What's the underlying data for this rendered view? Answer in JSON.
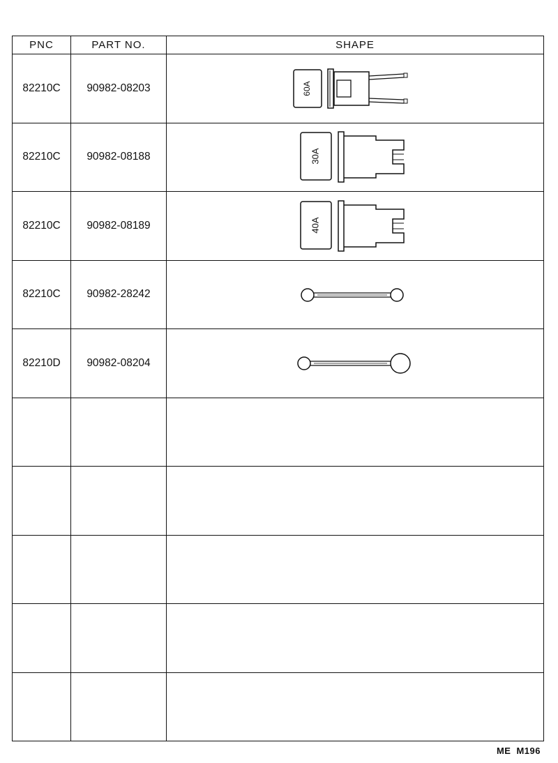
{
  "table": {
    "headers": [
      "PNC",
      "PART NO.",
      "SHAPE"
    ],
    "rows": [
      {
        "pnc": "82210C",
        "part_no": "90982-08203",
        "shape": {
          "icon": "fuse-60a-icon",
          "label": "60A"
        }
      },
      {
        "pnc": "82210C",
        "part_no": "90982-08188",
        "shape": {
          "icon": "fuse-30a-icon",
          "label": "30A"
        }
      },
      {
        "pnc": "82210C",
        "part_no": "90982-08189",
        "shape": {
          "icon": "fuse-40a-icon",
          "label": "40A"
        }
      },
      {
        "pnc": "82210C",
        "part_no": "90982-28242",
        "shape": {
          "icon": "fusible-link-icon"
        }
      },
      {
        "pnc": "82210D",
        "part_no": "90982-08204",
        "shape": {
          "icon": "fusible-link-large-end-icon"
        }
      },
      {
        "pnc": "",
        "part_no": ""
      },
      {
        "pnc": "",
        "part_no": ""
      },
      {
        "pnc": "",
        "part_no": ""
      },
      {
        "pnc": "",
        "part_no": ""
      },
      {
        "pnc": "",
        "part_no": ""
      }
    ]
  },
  "footer": {
    "code_left": "ME",
    "code_right": "M196"
  }
}
